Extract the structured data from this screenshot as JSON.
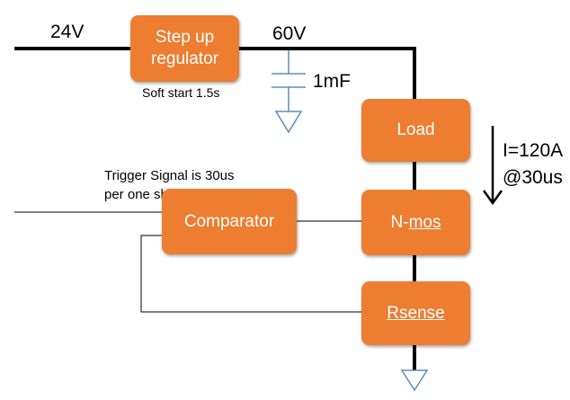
{
  "colors": {
    "block_fill": "#ED7D31",
    "block_text": "#FFFFFF",
    "wire": "#000000",
    "ground": "#5B8DB8",
    "capacitor": "#5B8DB8"
  },
  "labels": {
    "input_voltage": "24V",
    "output_voltage": "60V",
    "soft_start": "Soft start 1.5s",
    "capacitor": "1mF",
    "current_line1": "I=120A",
    "current_line2": "@30us",
    "trigger_line1": "Trigger Signal is 30us",
    "trigger_line2": "per one shot"
  },
  "blocks": {
    "regulator": "Step up regulator",
    "load": "Load",
    "comparator": "Comparator",
    "nmos_prefix": "N-",
    "nmos_suffix": "mos",
    "rsense": "Rsense"
  }
}
